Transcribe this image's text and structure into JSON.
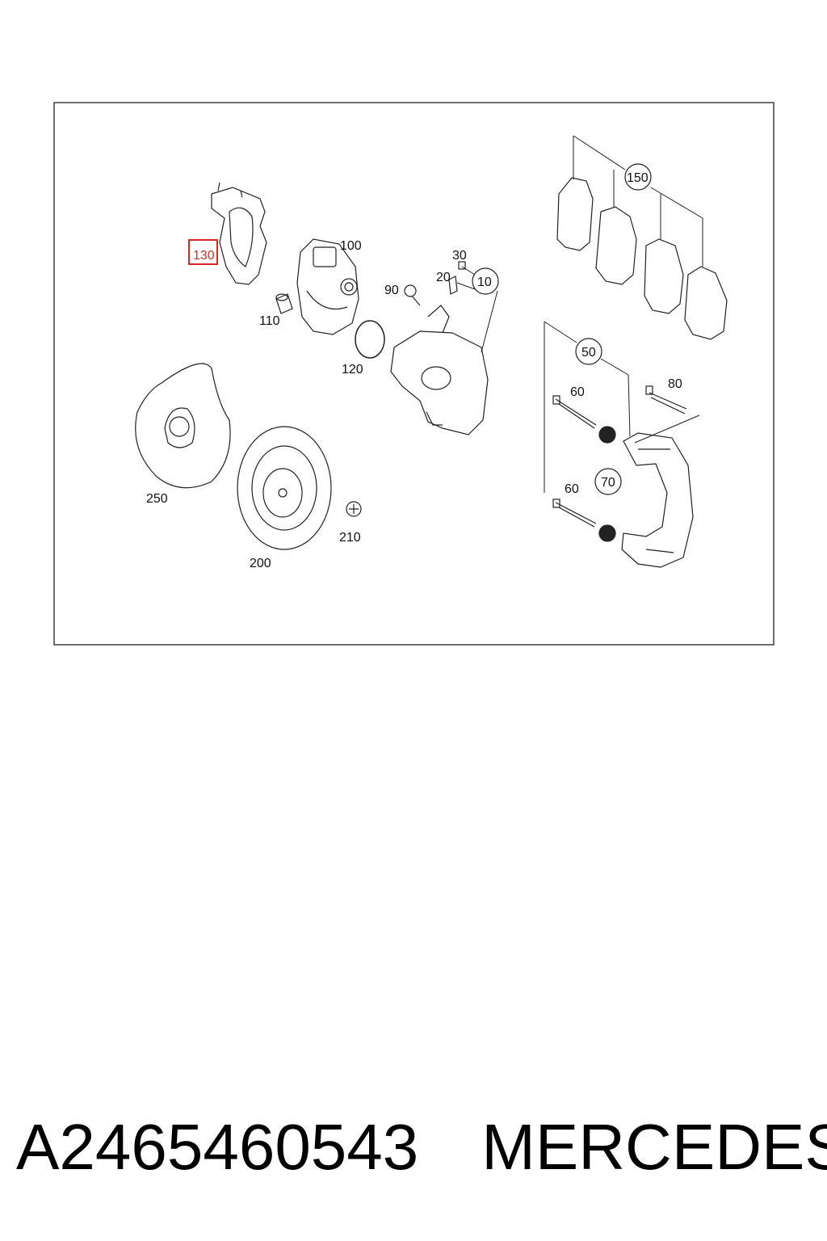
{
  "diagram": {
    "callouts": [
      "10",
      "20",
      "30",
      "50",
      "60",
      "60",
      "70",
      "80",
      "90",
      "100",
      "110",
      "120",
      "130",
      "150",
      "200",
      "210",
      "250"
    ],
    "highlighted": "130",
    "highlight_color": "#d9262b"
  },
  "caption": {
    "part_number": "A2465460543",
    "brand": "MERCEDES"
  }
}
